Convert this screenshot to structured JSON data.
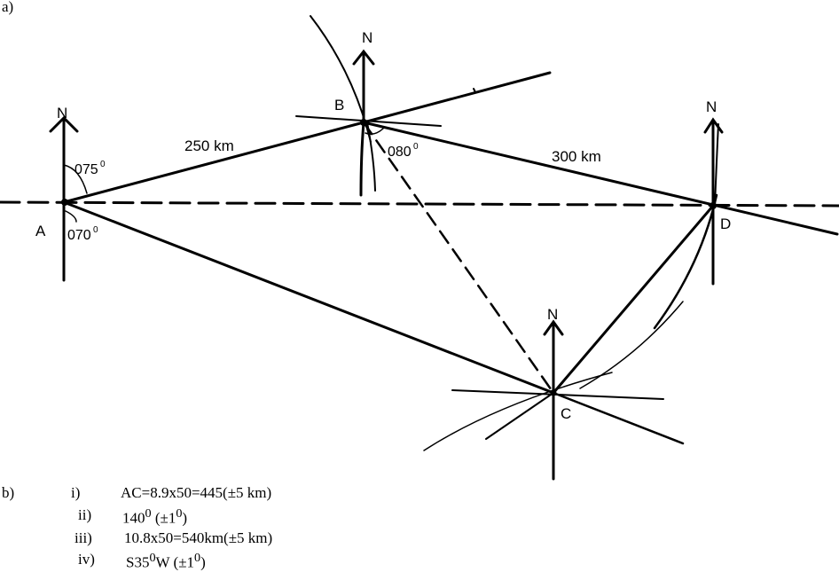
{
  "part_a_label": "a)",
  "part_b_label": "b)",
  "points": {
    "A": "A",
    "B": "B",
    "C": "C",
    "D": "D"
  },
  "north": "N",
  "distances": {
    "AB": "250 km",
    "BD": "300 km"
  },
  "bearings": {
    "A_to_B": {
      "value": "075",
      "sup": "0"
    },
    "A_to_C": {
      "value": "070",
      "sup": "0"
    },
    "B_to_D": {
      "value": "080",
      "sup": "0"
    }
  },
  "answers": [
    {
      "num": "i)",
      "text_html": "AC=8.9x50=445(±5 km)"
    },
    {
      "num": "ii)",
      "text_html": "140<sup>0</sup> (±1<sup>0</sup>)"
    },
    {
      "num": "iii)",
      "text_html": "10.8x50=540km(±5 km)"
    },
    {
      "num": "iv)",
      "text_html": "S35<sup>0</sup>W (±1<sup>0</sup>)"
    }
  ]
}
